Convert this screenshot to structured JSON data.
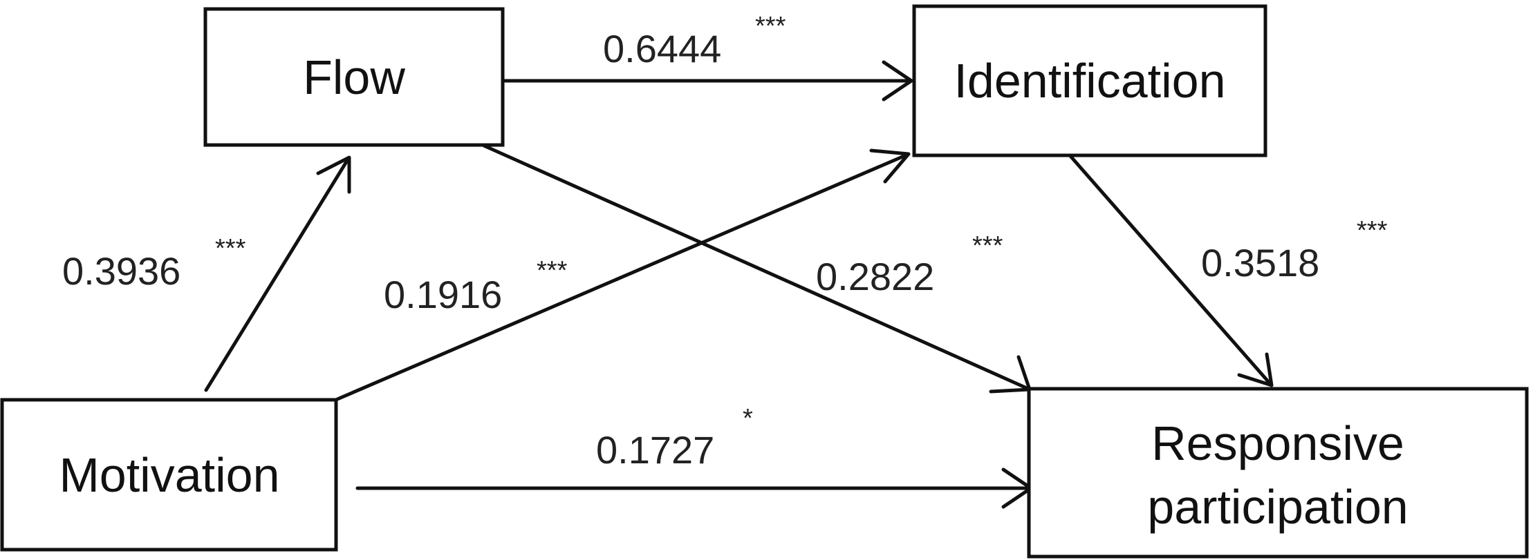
{
  "nodes": {
    "flow": "Flow",
    "identification": "Identification",
    "motivation": "Motivation",
    "responsive_line1": "Responsive",
    "responsive_line2": "participation"
  },
  "edges": {
    "flow_identification": {
      "coef": "0.6444",
      "sig": "***"
    },
    "motivation_flow": {
      "coef": "0.3936",
      "sig": "***"
    },
    "motivation_identification": {
      "coef": "0.1916",
      "sig": "***"
    },
    "flow_responsive": {
      "coef": "0.2822",
      "sig": "***"
    },
    "identification_responsive": {
      "coef": "0.3518",
      "sig": "***"
    },
    "motivation_responsive": {
      "coef": "0.1727",
      "sig": "*"
    }
  }
}
